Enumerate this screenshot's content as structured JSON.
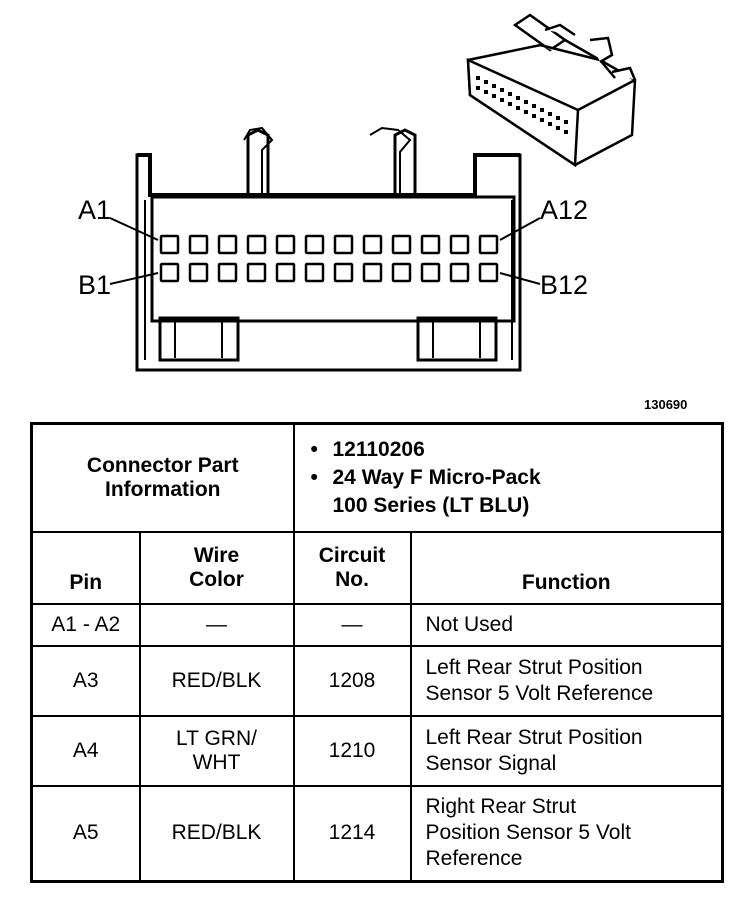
{
  "pin_labels": {
    "a1": "A1",
    "a12": "A12",
    "b1": "B1",
    "b12": "B12"
  },
  "figure_number": "130690",
  "connector_info": {
    "label_line1": "Connector Part",
    "label_line2": "Information",
    "items": [
      "12110206",
      "24 Way F Micro-Pack",
      "100 Series (LT BLU)"
    ]
  },
  "columns": {
    "pin": "Pin",
    "wire_color_line1": "Wire",
    "wire_color_line2": "Color",
    "circuit_line1": "Circuit",
    "circuit_line2": "No.",
    "function": "Function"
  },
  "rows": [
    {
      "pin": "A1 - A2",
      "wire": "—",
      "wire2": "",
      "circuit": "—",
      "function": [
        "Not Used"
      ]
    },
    {
      "pin": "A3",
      "wire": "RED/BLK",
      "wire2": "",
      "circuit": "1208",
      "function": [
        "Left Rear Strut Position",
        "Sensor 5 Volt Reference"
      ]
    },
    {
      "pin": "A4",
      "wire": "LT GRN/",
      "wire2": "WHT",
      "circuit": "1210",
      "function": [
        "Left Rear Strut Position",
        "Sensor Signal"
      ]
    },
    {
      "pin": "A5",
      "wire": "RED/BLK",
      "wire2": "",
      "circuit": "1214",
      "function": [
        "Right Rear Strut",
        "Position Sensor 5 Volt",
        "Reference"
      ]
    }
  ]
}
